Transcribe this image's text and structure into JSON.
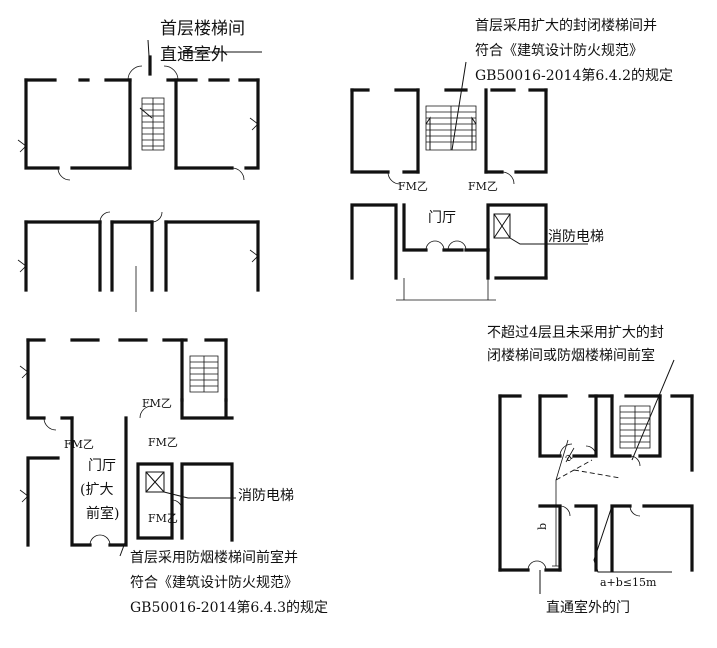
{
  "panel_a": {
    "label_line1": "首层楼梯间",
    "label_line2": "直通室外"
  },
  "panel_b": {
    "note_line1": "首层采用扩大的封闭楼梯间并",
    "note_line2": "符合《建筑设计防火规范》",
    "note_line3": "GB50016-2014第6.4.2的规定",
    "fm_left": "FM乙",
    "fm_right": "FM乙",
    "hall": "门厅",
    "elevator": "消防电梯"
  },
  "panel_c": {
    "fm_top": "FM乙",
    "fm_left": "FM乙",
    "fm_mid": "FM乙",
    "fm_bottom": "FM乙",
    "hall_line1": "门厅",
    "hall_line2": "(扩大",
    "hall_line3": "前室)",
    "elevator": "消防电梯",
    "note_line1": "首层采用防烟楼梯间前室并",
    "note_line2": "符合《建筑设计防火规范》",
    "note_line3": "GB50016-2014第6.4.3的规定"
  },
  "panel_d": {
    "note_line1": "不超过4层且未采用扩大的封",
    "note_line2": "闭楼梯间或防烟楼梯间前室",
    "dim_a": "a",
    "dim_b": "b",
    "formula": "a+b≤15m",
    "exit": "直通室外的门"
  }
}
